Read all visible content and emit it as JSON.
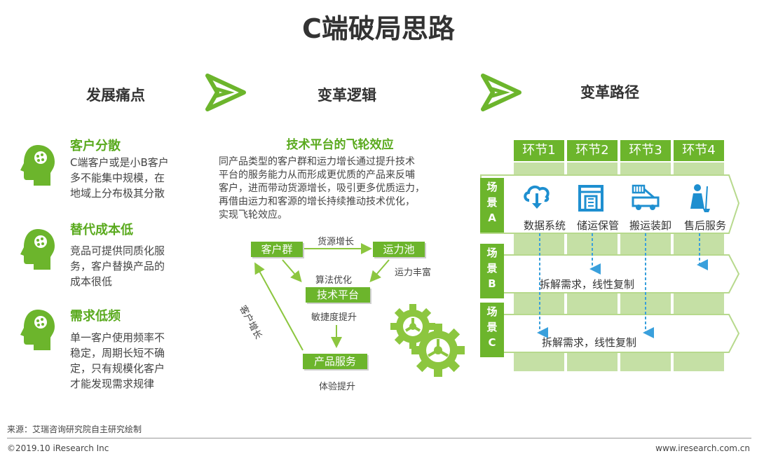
{
  "title": "C端破局思路",
  "columns": {
    "pain": "发展痛点",
    "logic": "变革逻辑",
    "path": "变革路径"
  },
  "pain_points": [
    {
      "title": "客户分散",
      "desc": [
        "C端客户或是小B客户",
        "多不能集中规模，在",
        "地域上分布极其分散"
      ]
    },
    {
      "title": "替代成本低",
      "desc": [
        "竞品可提供同质化服",
        "务，客户替换产品的",
        "成本很低"
      ]
    },
    {
      "title": "需求低频",
      "desc": [
        "单一客户使用频率不",
        "稳定，周期长短不确",
        "定，只有规模化客户",
        "才能发现需求规律"
      ]
    }
  ],
  "logic": {
    "title": "技术平台的飞轮效应",
    "desc": [
      "同产品类型的客户群和运力增长通过提升技术",
      "平台的服务能力从而形成更优质的产品来反哺",
      "客户，进而带动货源增长，吸引更多优质运力，",
      "再借由运力和客源的增长持续推动技术优化，",
      "实现飞轮效应。"
    ],
    "nodes": {
      "customers": "客户群",
      "capacity": "运力池",
      "platform": "技术平台",
      "product": "产品服务"
    },
    "edges": {
      "cargo_growth": "货源增长",
      "capacity_rich": "运力丰富",
      "algo_opt": "算法优化",
      "agility": "敏捷度提升",
      "experience": "体验提升",
      "customer_growth": "客户增长"
    }
  },
  "path": {
    "steps": [
      "环节1",
      "环节2",
      "环节3",
      "环节4"
    ],
    "scenes": [
      {
        "label": [
          "场",
          "景",
          "A"
        ]
      },
      {
        "label": [
          "场",
          "景",
          "B"
        ],
        "text": "拆解需求，线性复制"
      },
      {
        "label": [
          "场",
          "景",
          "C"
        ],
        "text": "拆解需求，线性复制"
      }
    ],
    "services": [
      {
        "label": "数据系统",
        "icon": "cloud-download-icon"
      },
      {
        "label": "储运保管",
        "icon": "warehouse-icon"
      },
      {
        "label": "搬运装卸",
        "icon": "truck-crane-icon"
      },
      {
        "label": "售后服务",
        "icon": "cleaning-staff-icon"
      }
    ]
  },
  "footer": {
    "source": "来源：艾瑞咨询研究院自主研究绘制",
    "copyright": "©2019.10 iResearch Inc",
    "url": "www.iresearch.com.cn"
  },
  "colors": {
    "accent": "#6cb52c",
    "accent_light": "#c5e0a5",
    "arrow_blue": "#3aa0dc"
  }
}
